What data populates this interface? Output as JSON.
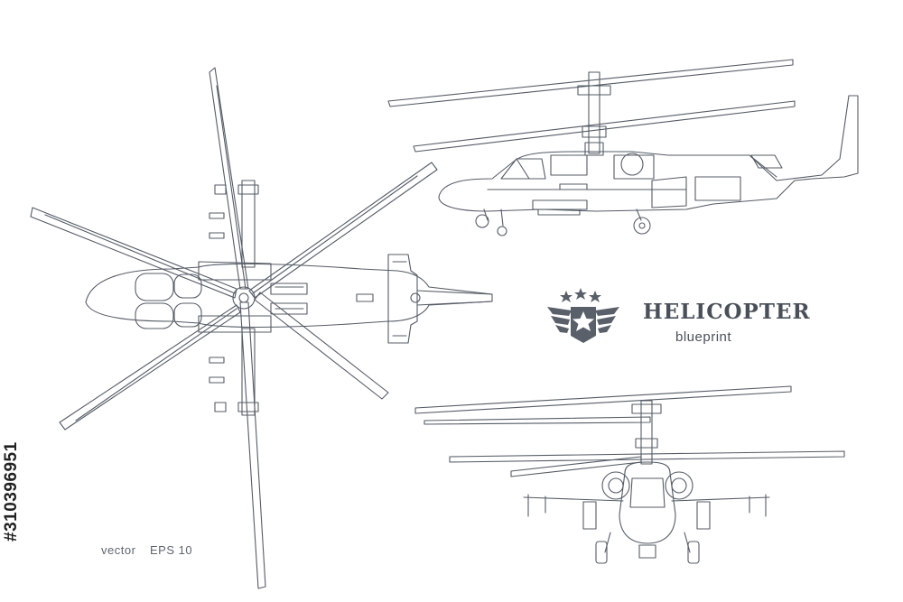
{
  "title": "HELICOPTER",
  "subtitle": "blueprint",
  "caption_vector": "vector",
  "caption_format": "EPS 10",
  "stock_id": "#310396951",
  "emblem_stars": 3,
  "colors": {
    "line": "#555c66",
    "text": "#4a5059",
    "background": "#ffffff"
  },
  "views": [
    "top-view",
    "side-view",
    "front-view"
  ],
  "icons": [
    "star-wings-emblem"
  ]
}
